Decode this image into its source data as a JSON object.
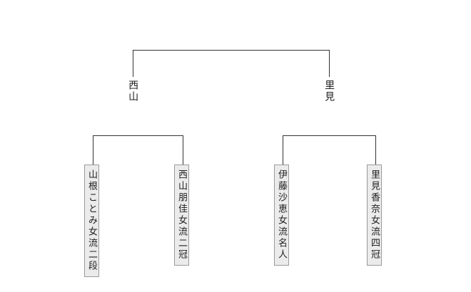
{
  "colors": {
    "background": "#ffffff",
    "line": "#333333",
    "box_background": "#ebebeb",
    "box_border": "#9a9a9a",
    "text": "#222222"
  },
  "bracket": {
    "final": {
      "left_winner": "西山",
      "right_winner": "里見"
    },
    "semifinals": [
      {
        "players": [
          "山根ことみ女流二段",
          "西山朋佳女流二冠"
        ]
      },
      {
        "players": [
          "伊藤沙恵女流名人",
          "里見香奈女流四冠"
        ]
      }
    ]
  }
}
